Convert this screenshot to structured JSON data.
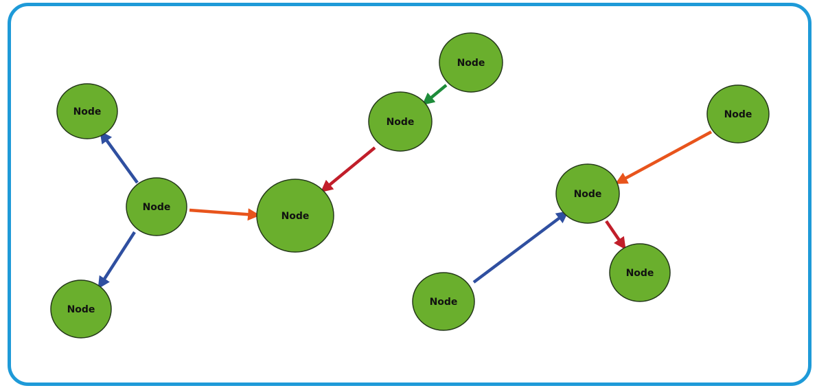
{
  "colors": {
    "frame_border": "#1E9AD8",
    "node_fill": "#6AAF2D",
    "node_stroke": "#24381A",
    "blue_arrow": "#2F4FA0",
    "orange_arrow": "#E8541C",
    "red_arrow": "#C11E2A",
    "green_arrow": "#1E8C3A"
  },
  "nodes": [
    {
      "id": "n1",
      "label": "Node"
    },
    {
      "id": "n2",
      "label": "Node"
    },
    {
      "id": "n3",
      "label": "Node"
    },
    {
      "id": "n4",
      "label": "Node"
    },
    {
      "id": "n5",
      "label": "Node"
    },
    {
      "id": "n6",
      "label": "Node"
    },
    {
      "id": "n7",
      "label": "Node"
    },
    {
      "id": "n8",
      "label": "Node"
    },
    {
      "id": "n9",
      "label": "Node"
    },
    {
      "id": "n10",
      "label": "Node"
    },
    {
      "id": "n11",
      "label": "Node"
    }
  ],
  "edges": [
    {
      "from": "n2",
      "to": "n1",
      "color": "blue_arrow"
    },
    {
      "from": "n2",
      "to": "n3",
      "color": "blue_arrow"
    },
    {
      "from": "n2",
      "to": "n4",
      "color": "orange_arrow"
    },
    {
      "from": "n5",
      "to": "n4",
      "color": "red_arrow"
    },
    {
      "from": "n6",
      "to": "n5",
      "color": "green_arrow"
    },
    {
      "from": "n7",
      "to": "n8",
      "color": "orange_arrow"
    },
    {
      "from": "n10",
      "to": "n8",
      "color": "blue_arrow"
    },
    {
      "from": "n8",
      "to": "n9",
      "color": "red_arrow"
    }
  ]
}
